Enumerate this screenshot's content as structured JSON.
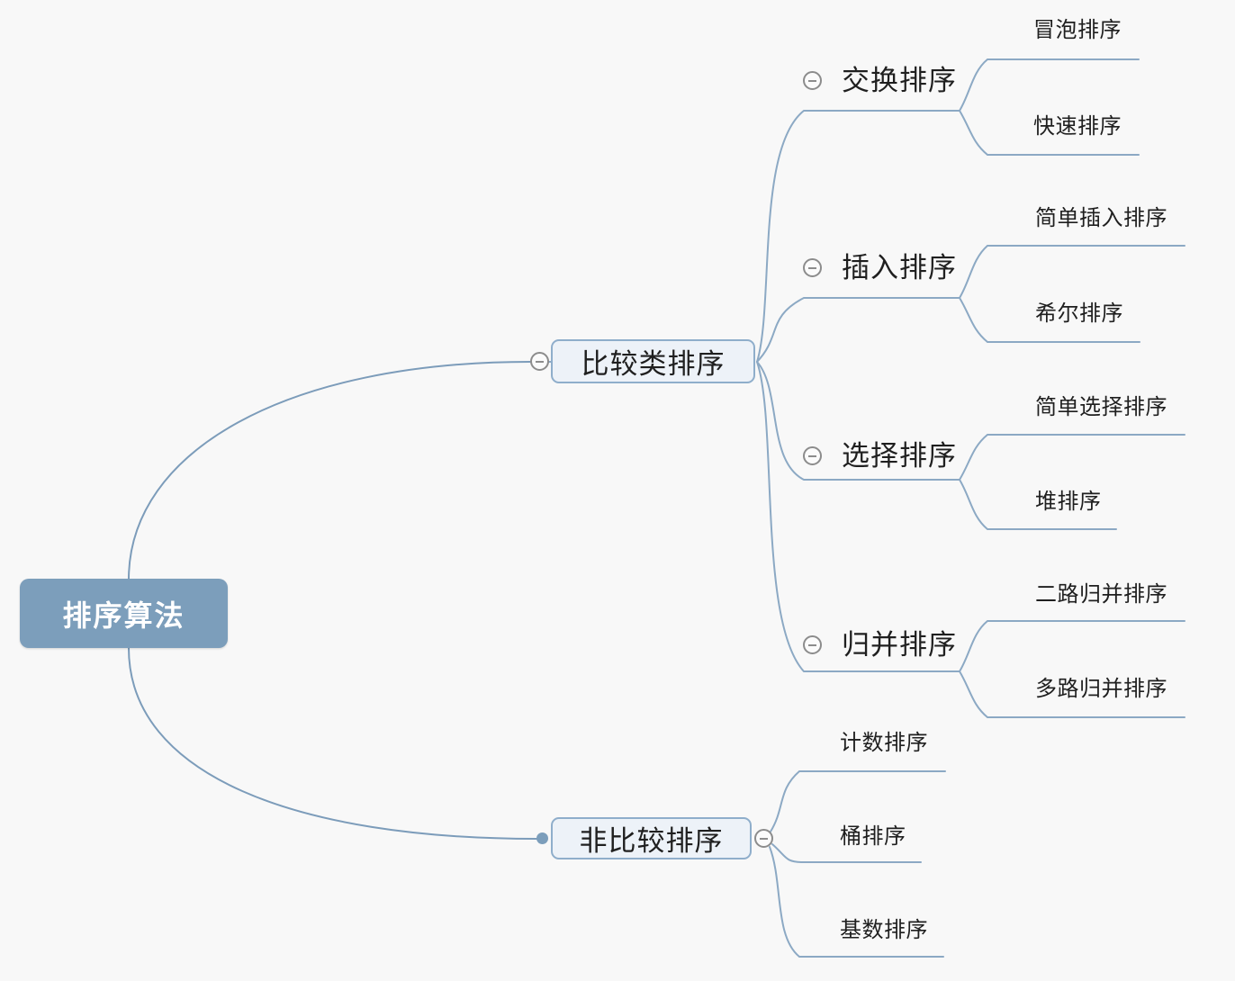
{
  "root": {
    "label": "排序算法"
  },
  "branches": [
    {
      "label": "比较类排序",
      "children": [
        {
          "label": "交换排序",
          "children": [
            {
              "label": "冒泡排序"
            },
            {
              "label": "快速排序"
            }
          ]
        },
        {
          "label": "插入排序",
          "children": [
            {
              "label": "简单插入排序"
            },
            {
              "label": "希尔排序"
            }
          ]
        },
        {
          "label": "选择排序",
          "children": [
            {
              "label": "简单选择排序"
            },
            {
              "label": "堆排序"
            }
          ]
        },
        {
          "label": "归并排序",
          "children": [
            {
              "label": "二路归并排序"
            },
            {
              "label": "多路归并排序"
            }
          ]
        }
      ]
    },
    {
      "label": "非比较排序",
      "children": [
        {
          "label": "计数排序"
        },
        {
          "label": "桶排序"
        },
        {
          "label": "基数排序"
        }
      ]
    }
  ],
  "icons": {
    "collapse": "minus-in-circle",
    "branch_point": "filled-dot"
  },
  "colors": {
    "background": "#F8F8F8",
    "root_fill": "#7C9EBB",
    "root_text": "#FFFFFF",
    "node_fill": "#EDF2F8",
    "node_border": "#8FAECB",
    "branch_line": "#8CA9C4",
    "root_line": "#7C9CBA",
    "collapse_icon": "#8C8C8C",
    "text": "#1F1F1F"
  }
}
